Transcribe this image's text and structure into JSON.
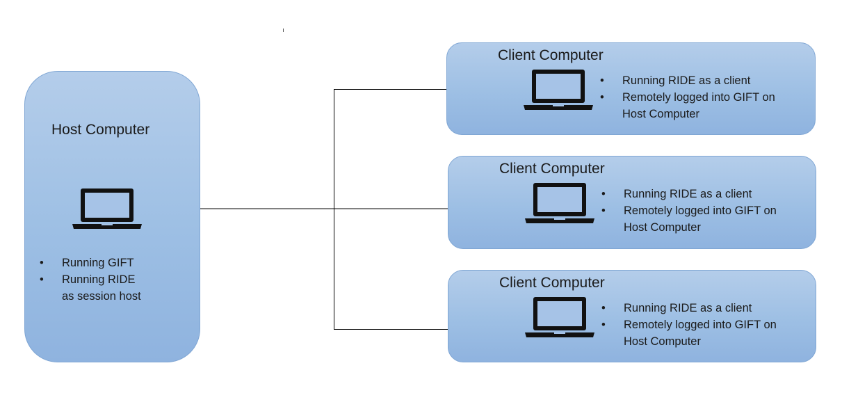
{
  "host": {
    "title": "Host Computer",
    "bullets": [
      "Running GIFT",
      "Running  RIDE",
      "as session host"
    ]
  },
  "clients": [
    {
      "title": "Client Computer",
      "bullets": [
        "Running  RIDE  as a client",
        "Remotely logged into GIFT on",
        "Host Computer"
      ]
    },
    {
      "title": "Client Computer",
      "bullets": [
        "Running  RIDE  as a client",
        "Remotely logged into GIFT on",
        "Host Computer"
      ]
    },
    {
      "title": "Client Computer",
      "bullets": [
        "Running  RIDE  as a client",
        "Remotely logged into GIFT on",
        "Host Computer"
      ]
    }
  ],
  "icons": {
    "computer": "laptop-icon"
  },
  "colors": {
    "box_fill": "#a9c6e8",
    "box_border": "#7fa6d4",
    "line": "#000000"
  }
}
